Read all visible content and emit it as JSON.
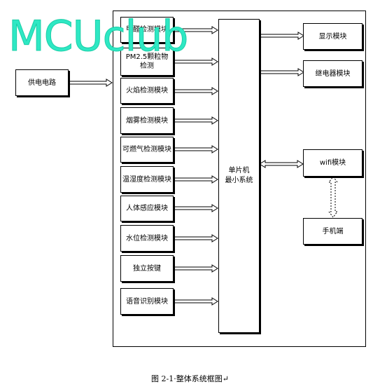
{
  "power": {
    "label": "供电电路"
  },
  "sensors": [
    {
      "label": "甲醛检测模块"
    },
    {
      "label": "PM2.5颗粒物\n检测"
    },
    {
      "label": "火焰检测模块"
    },
    {
      "label": "烟雾检测模块"
    },
    {
      "label": "可燃气检测模块"
    },
    {
      "label": "温湿度检测模块"
    },
    {
      "label": "人体感应模块"
    },
    {
      "label": "水位检测模块"
    },
    {
      "label": "独立按键"
    },
    {
      "label": "语音识别模块"
    }
  ],
  "mcu": {
    "label": "单片机\n最小系统"
  },
  "outputs": {
    "display": "显示模块",
    "relay": "继电器模块",
    "wifi": "wifi模块",
    "phone": "手机端"
  },
  "watermark": "MCUclub",
  "caption": "图 2-1·整体系统框图↵"
}
